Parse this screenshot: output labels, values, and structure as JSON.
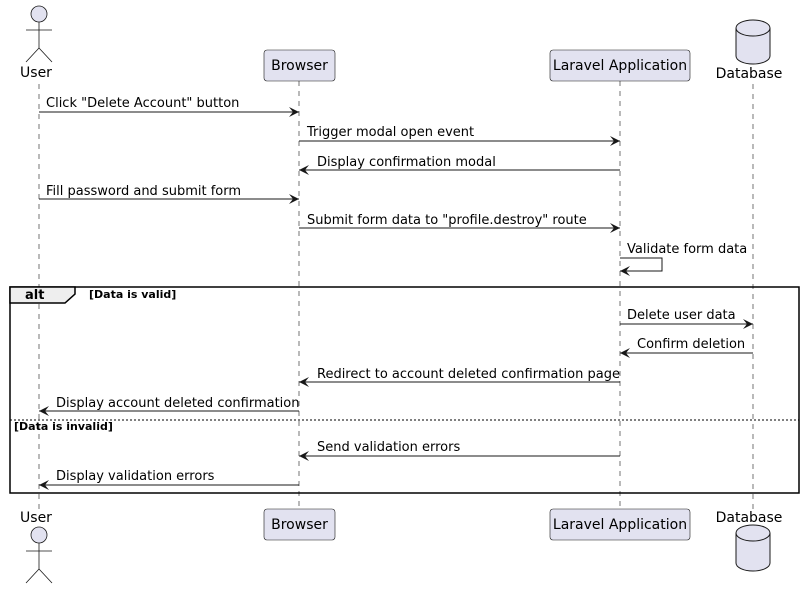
{
  "participants": {
    "user": "User",
    "browser": "Browser",
    "laravel": "Laravel Application",
    "database": "Database"
  },
  "messages": [
    {
      "from": "user",
      "to": "browser",
      "text": "Click \"Delete Account\" button"
    },
    {
      "from": "browser",
      "to": "laravel",
      "text": "Trigger modal open event"
    },
    {
      "from": "laravel",
      "to": "browser",
      "text": "Display confirmation modal"
    },
    {
      "from": "user",
      "to": "browser",
      "text": "Fill password and submit form"
    },
    {
      "from": "browser",
      "to": "laravel",
      "text": "Submit form data to \"profile.destroy\" route"
    },
    {
      "from": "laravel",
      "to": "laravel",
      "text": "Validate form data"
    },
    {
      "from": "laravel",
      "to": "database",
      "text": "Delete user data"
    },
    {
      "from": "database",
      "to": "laravel",
      "text": "Confirm deletion"
    },
    {
      "from": "laravel",
      "to": "browser",
      "text": "Redirect to account deleted confirmation page"
    },
    {
      "from": "browser",
      "to": "user",
      "text": "Display account deleted confirmation"
    },
    {
      "from": "laravel",
      "to": "browser",
      "text": "Send validation errors"
    },
    {
      "from": "browser",
      "to": "user",
      "text": "Display validation errors"
    }
  ],
  "alt_block": {
    "keyword": "alt",
    "condition_valid": "[Data is valid]",
    "condition_invalid": "[Data is invalid]"
  },
  "colors": {
    "participant_fill": "#E2E2F0",
    "participant_border": "#181818",
    "lifeline": "#181818"
  }
}
